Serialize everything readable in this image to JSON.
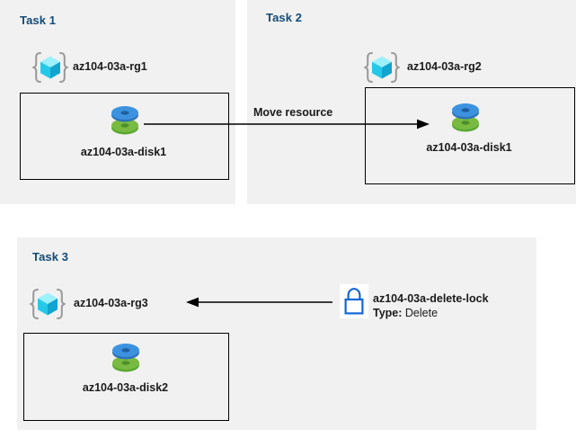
{
  "diagram": {
    "title": "Azure resource group tasks diagram",
    "colors": {
      "panel_background": "#f1f1f1",
      "page_background": "#ffffff",
      "task_title": "#134a77",
      "box_border": "#000000",
      "arrow": "#000000",
      "lock_blue": "#1266d6",
      "disk_blue": "#3b91e0",
      "disk_green": "#6fb63a",
      "rg_cube_cyan": "#7fe6f7",
      "rg_bracket_gray": "#9b9b9b"
    }
  },
  "panels": [
    {
      "id": "task1",
      "title": "Task 1",
      "resource_group": {
        "label": "az104-03a-rg1",
        "icon": "resource-group-icon"
      },
      "resource": {
        "label": "az104-03a-disk1",
        "icon": "managed-disk-icon"
      }
    },
    {
      "id": "task2",
      "title": "Task 2",
      "resource_group": {
        "label": "az104-03a-rg2",
        "icon": "resource-group-icon"
      },
      "resource": {
        "label": "az104-03a-disk1",
        "icon": "managed-disk-icon"
      }
    },
    {
      "id": "task3",
      "title": "Task 3",
      "resource_group": {
        "label": "az104-03a-rg3",
        "icon": "resource-group-icon"
      },
      "resource": {
        "label": "az104-03a-disk2",
        "icon": "managed-disk-icon"
      }
    }
  ],
  "connectors": {
    "move": {
      "label": "Move resource",
      "direction": "right",
      "from": "task1-disk",
      "to": "task2-box"
    },
    "lock": {
      "direction": "left",
      "from": "delete-lock",
      "to": "task3-resource-group"
    }
  },
  "lock": {
    "icon": "lock-icon",
    "name": "az104-03a-delete-lock",
    "type_key": "Type:",
    "type_value": "Delete"
  }
}
